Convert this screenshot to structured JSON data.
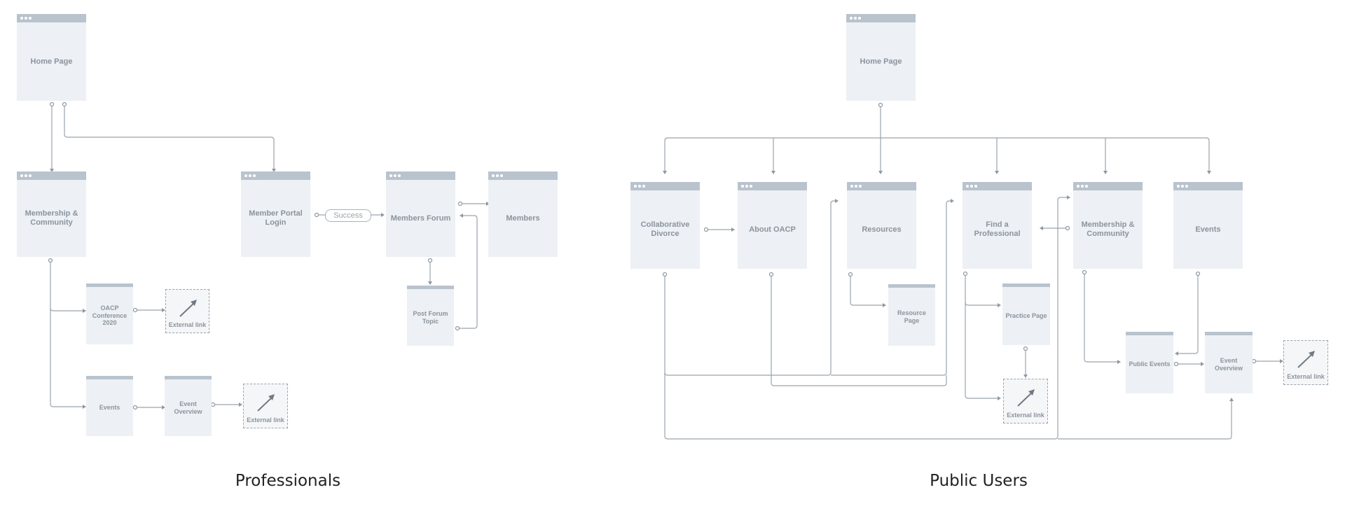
{
  "colors": {
    "page_body": "#edf0f4",
    "page_bar": "#b9c3cd",
    "connector": "#9aa3ac",
    "label": "#8a949e"
  },
  "professionals": {
    "title": "Professionals",
    "home_page": "Home Page",
    "membership_community": "Membership & Community",
    "member_portal_login": "Member Portal Login",
    "success": "Success",
    "members_forum": "Members Forum",
    "members": "Members",
    "post_forum_topic": "Post Forum Topic",
    "oacp_conference": "OACP Conference 2020",
    "external_link_conference": "External link",
    "events": "Events",
    "event_overview": "Event Overview",
    "external_link_event": "External link"
  },
  "public": {
    "title": "Public Users",
    "home_page": "Home Page",
    "collaborative_divorce": "Collaborative Divorce",
    "about_oacp": "About OACP",
    "resources": "Resources",
    "find_professional": "Find a Professional",
    "membership_community": "Membership & Community",
    "events": "Events",
    "resource_page": "Resource Page",
    "practice_page": "Practice Page",
    "external_link_practice": "External link",
    "public_events": "Public Events",
    "event_overview": "Event Overview",
    "external_link_event": "External link"
  }
}
